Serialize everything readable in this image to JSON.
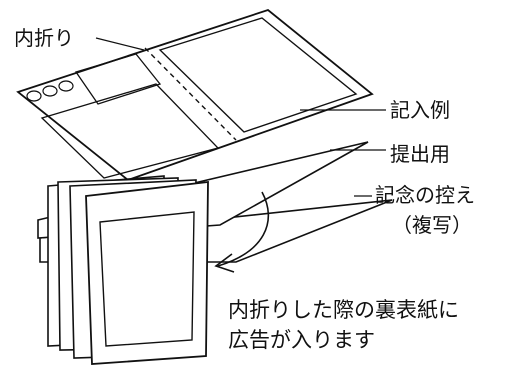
{
  "labels": {
    "inner_fold": "内折り",
    "entry_example": "記入例",
    "submission": "提出用",
    "keepsake": "記念の控え",
    "copy": "（複写）",
    "note_line1": "内折りした際の裏表紙に",
    "note_line2": "広告が入ります"
  },
  "colors": {
    "stroke": "#111111",
    "paper": "#ffffff"
  }
}
